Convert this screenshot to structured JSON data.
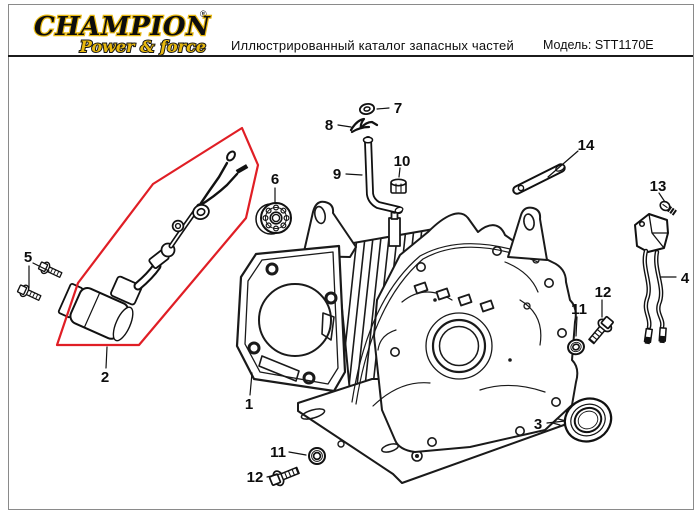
{
  "page": {
    "brand": {
      "name": "CHAMPION",
      "reg": "®",
      "tagline": "Power & force"
    },
    "title": "Иллюстрированный каталог запасных частей",
    "model_label": "Модель: STT1170E"
  },
  "diagram": {
    "description": "Exploded parts view of engine crankcase assembly",
    "highlight_color": "#e01e25",
    "line_color": "#1a1a1a",
    "logo_gold": "#e8b90f",
    "callouts": [
      {
        "part": "1"
      },
      {
        "part": "2"
      },
      {
        "part": "3"
      },
      {
        "part": "4"
      },
      {
        "part": "5"
      },
      {
        "part": "6"
      },
      {
        "part": "7"
      },
      {
        "part": "8"
      },
      {
        "part": "9"
      },
      {
        "part": "10"
      },
      {
        "part": "11"
      },
      {
        "part": "12"
      },
      {
        "part": "13"
      },
      {
        "part": "14"
      },
      {
        "part": "11"
      },
      {
        "part": "12"
      }
    ]
  }
}
